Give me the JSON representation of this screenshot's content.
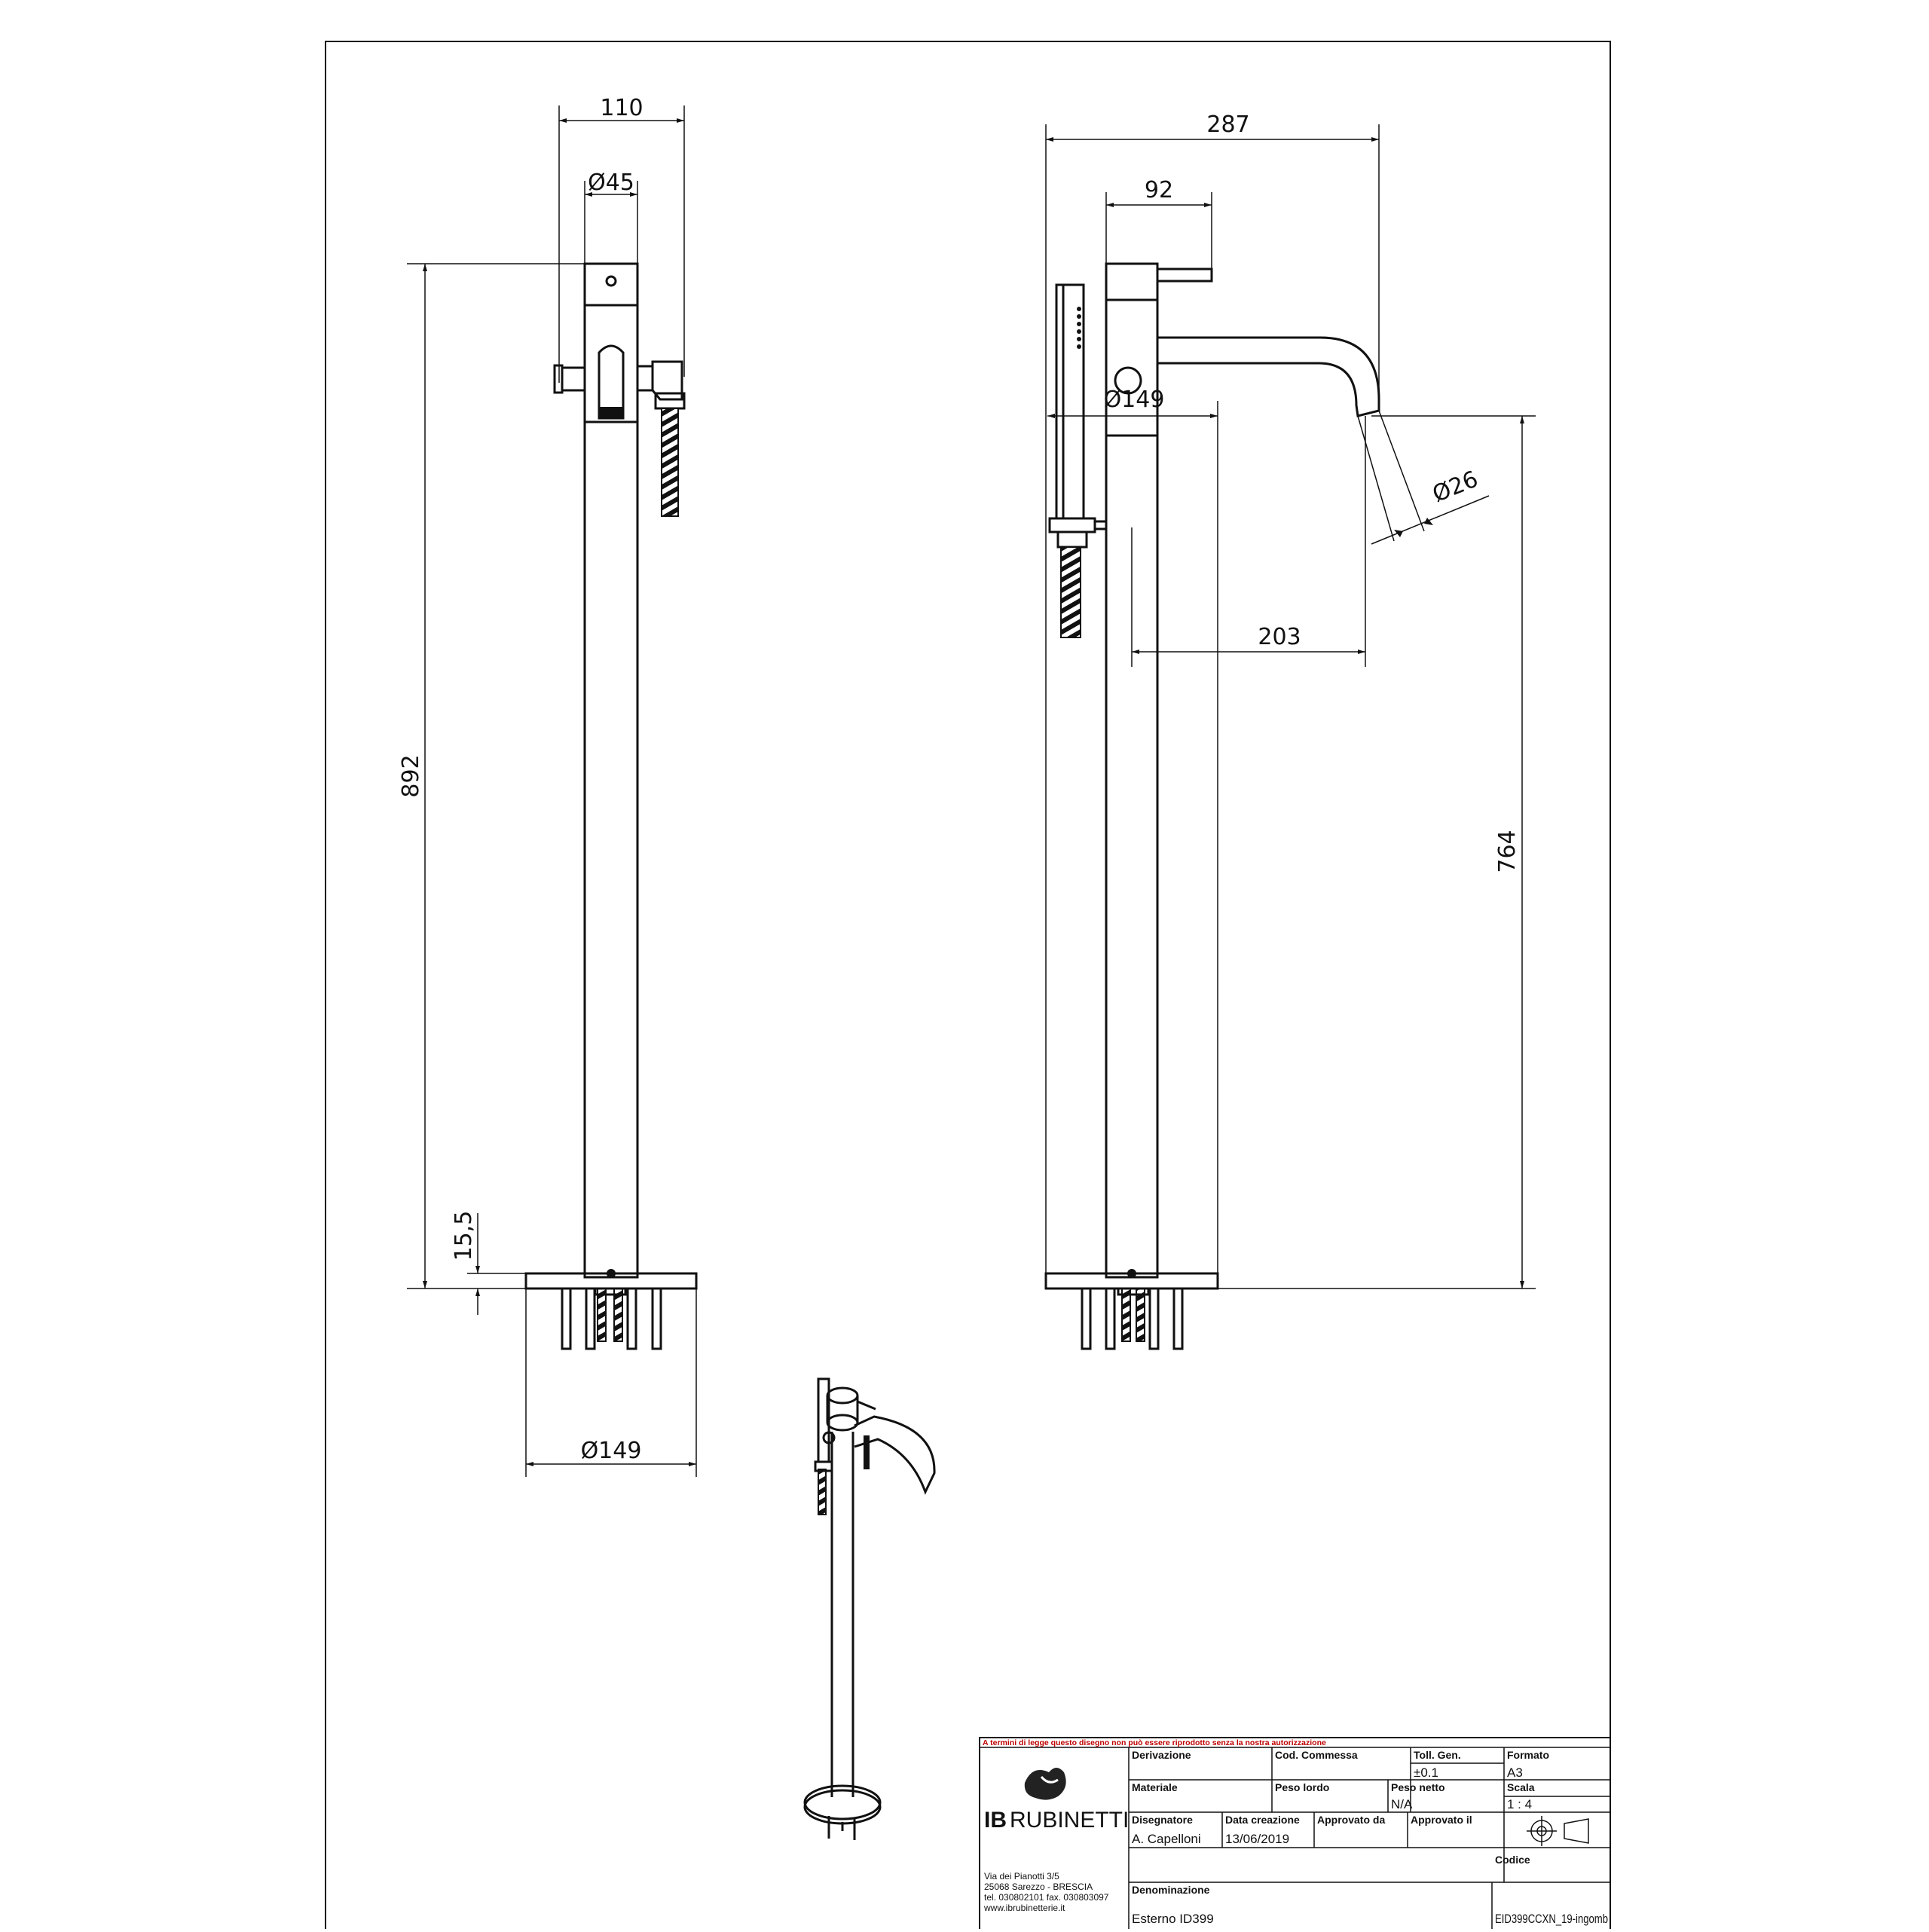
{
  "dimensions": {
    "front_width": "110",
    "front_handle_dia": "Ø45",
    "front_height": "892",
    "front_base_thickness": "15,5",
    "front_base_dia": "Ø149",
    "side_overall": "287",
    "side_lever": "92",
    "side_base_dia": "Ø149",
    "side_spout_dia": "Ø26",
    "side_spout_reach": "203",
    "side_spout_height": "764"
  },
  "title_block": {
    "warning": "A termini di legge questo disegno non può essere riprodotto senza la nostra autorizzazione",
    "brand": "IB RUBINETTI",
    "brand_prefix": "IB",
    "brand_suffix": "RUBINETTI",
    "address_lines": [
      "Via dei Pianotti 3/5",
      "25068 Sarezzo - BRESCIA",
      "tel. 030802101 fax. 030803097",
      "www.ibrubinetterie.it"
    ],
    "labels": {
      "derivazione": "Derivazione",
      "cod_commessa": "Cod. Commessa",
      "toll_gen": "Toll. Gen.",
      "formato": "Formato",
      "materiale": "Materiale",
      "peso_lordo": "Peso lordo",
      "peso_netto": "Peso netto",
      "scala": "Scala",
      "disegnatore": "Disegnatore",
      "data_creazione": "Data creazione",
      "approvato_da": "Approvato da",
      "approvato_il": "Approvato il",
      "denominazione": "Denominazione",
      "codice": "Codice"
    },
    "values": {
      "toll_gen": "±0.1",
      "formato": "A3",
      "peso_netto": "N/A",
      "scala": "1 : 4",
      "disegnatore": "A. Capelloni",
      "data_creazione": "13/06/2019",
      "denominazione": "Esterno  ID399",
      "codice": "EID399CCXN_19-ingomb"
    },
    "projection_symbol": "projection-symbol"
  }
}
